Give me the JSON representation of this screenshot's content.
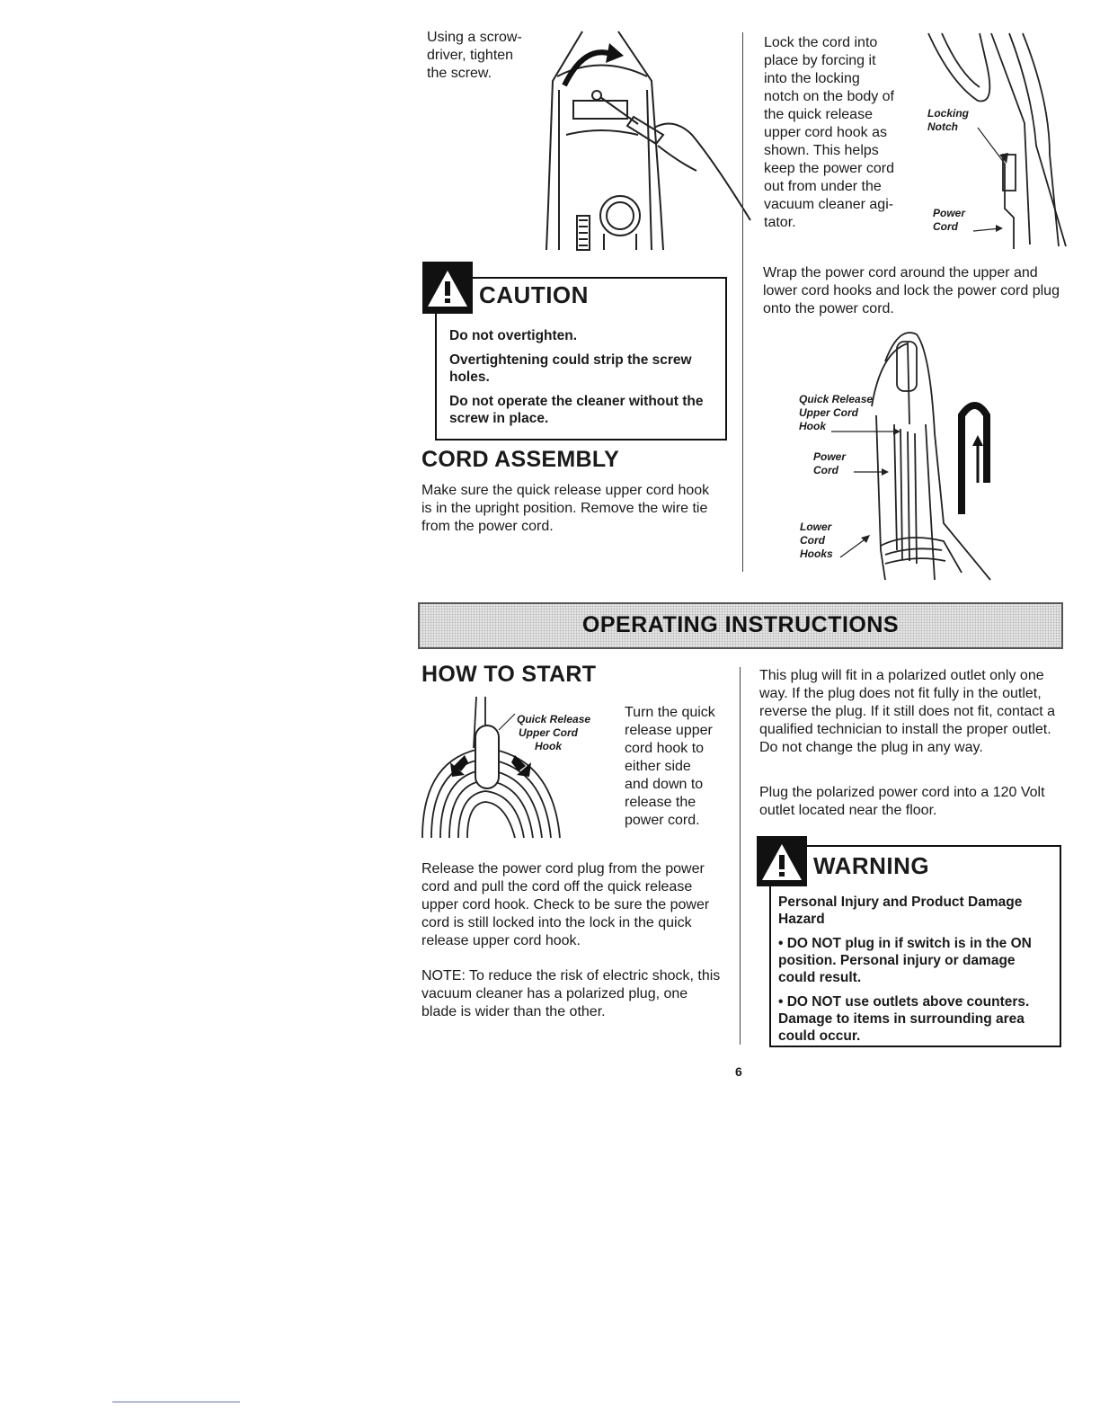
{
  "screw_step": {
    "lines": [
      "Using a scrow-",
      "driver, tighten",
      "the screw."
    ]
  },
  "caution": {
    "icon": "warning-triangle-icon",
    "title": "CAUTION",
    "lines": [
      "Do not overtighten.",
      "Overtightening could strip the screw holes.",
      "Do not operate the cleaner without the screw in place."
    ]
  },
  "cord_assembly": {
    "heading": "CORD ASSEMBLY",
    "text": "Make sure the quick release upper cord hook is in the upright position. Remove the wire tie from the power cord."
  },
  "lock_cord": {
    "lines": [
      "Lock the cord into",
      "place by forcing it",
      "into the locking",
      "notch on the body of",
      "the quick release",
      "upper cord hook as",
      "shown. This helps",
      "keep the power cord",
      "out from under the",
      "vacuum cleaner agi-",
      "tator."
    ],
    "label_locking": "Locking",
    "label_notch": "Notch",
    "label_power": "Power",
    "label_cord": "Cord"
  },
  "wrap_cord": {
    "text": "Wrap the power cord around the upper and lower cord hooks and lock the power cord plug onto the power cord.",
    "label_qr1": "Quick Release",
    "label_qr2": "Upper Cord",
    "label_qr3": "Hook",
    "label_pc1": "Power",
    "label_pc2": "Cord",
    "label_lc1": "Lower",
    "label_lc2": "Cord",
    "label_lc3": "Hooks"
  },
  "banner": {
    "title": "OPERATING INSTRUCTIONS"
  },
  "how_to_start": {
    "heading": "HOW TO START",
    "label_1": "Quick Release",
    "label_2": "Upper Cord",
    "label_3": "Hook",
    "turn_lines": [
      "Turn the quick",
      "release upper",
      "cord hook to",
      "either side",
      "and down to",
      "release the",
      "power cord."
    ],
    "release_text": "Release the power cord plug from the power cord and pull the cord off the quick release upper cord hook. Check to be sure the power cord is still locked into the lock in the quick release upper cord hook.",
    "note_label": "NOTE:",
    "note_text": " To reduce the risk of electric shock, this vacuum cleaner has a polarized plug, one blade is wider than the other."
  },
  "plug": {
    "text1": "This plug will fit in a polarized outlet only one way. If the plug does not fit fully in the outlet, reverse the plug. If it still does not fit, contact a qualified technician to install the proper outlet. Do not change the plug in any way.",
    "text2": "Plug the polarized power cord into a 120 Volt outlet located near the floor."
  },
  "warning": {
    "icon": "warning-triangle-icon",
    "title": "WARNING",
    "lines": [
      "Personal Injury and Product Damage Hazard",
      "• DO NOT plug in if switch is in the ON position. Personal injury or damage could result.",
      "• DO NOT use outlets above counters. Damage to items in surrounding area could occur."
    ]
  },
  "page_number": "6"
}
